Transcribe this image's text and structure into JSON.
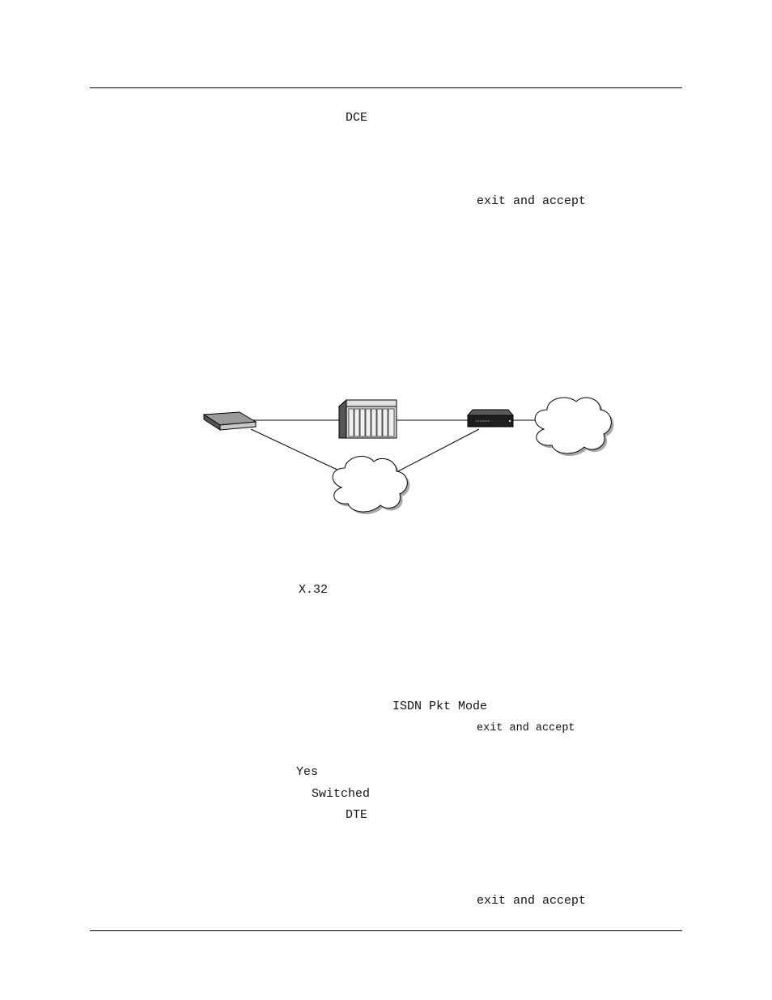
{
  "page": {
    "texts": {
      "dce": "DCE",
      "exit_accept_1": "exit and accept",
      "x32": "X.32",
      "isdn_pkt_mode": "ISDN Pkt Mode",
      "exit_accept_2": "exit and accept",
      "yes": "Yes",
      "switched": "Switched",
      "dte": "DTE",
      "exit_accept_3": "exit and accept"
    }
  },
  "diagram": {
    "nodes": [
      {
        "name": "device-left-icon",
        "kind": "flat-router"
      },
      {
        "name": "switch-chassis-icon",
        "kind": "rack-chassis"
      },
      {
        "name": "device-right-icon",
        "kind": "dark-router"
      },
      {
        "name": "cloud-right-icon",
        "kind": "network-cloud"
      },
      {
        "name": "cloud-bottom-icon",
        "kind": "network-cloud"
      }
    ],
    "colors": {
      "line": "#000000",
      "device_light": "#8a8a8a",
      "device_dark": "#1e1e1e",
      "chassis": "#d0d0d0",
      "cloud_shadow": "#a8a8a8"
    }
  }
}
